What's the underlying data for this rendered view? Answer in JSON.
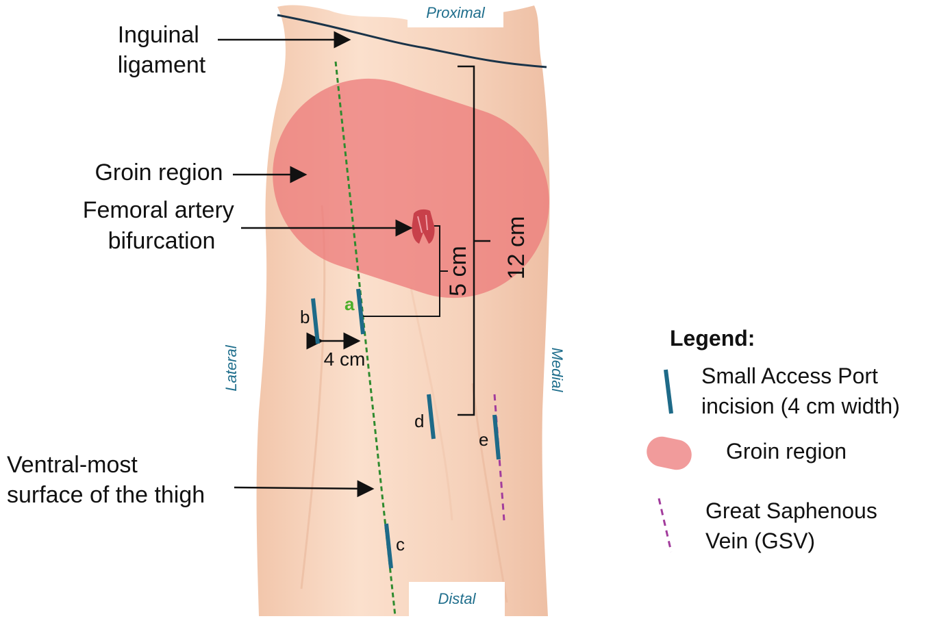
{
  "labels": {
    "inguinal_ligament": [
      "Inguinal",
      "ligament"
    ],
    "groin_region": "Groin region",
    "femoral_bifurcation": [
      "Femoral artery",
      "bifurcation"
    ],
    "ventral_surface": [
      "Ventral-most",
      "surface of the thigh"
    ]
  },
  "directions": {
    "proximal": "Proximal",
    "distal": "Distal",
    "lateral": "Lateral",
    "medial": "Medial"
  },
  "measurements": {
    "five_cm": "5 cm",
    "twelve_cm": "12 cm",
    "four_cm": "4 cm"
  },
  "incisions": {
    "a": "a",
    "b": "b",
    "c": "c",
    "d": "d",
    "e": "e"
  },
  "legend": {
    "title": "Legend:",
    "port_incision": [
      "Small Access Port",
      "incision (4 cm width)"
    ],
    "groin_region": "Groin region",
    "gsv": [
      "Great Saphenous",
      "Vein (GSV)"
    ]
  },
  "colors": {
    "skin": "#f7d2bb",
    "groin": "#ec7a7a",
    "incision": "#1e6a88",
    "ventral_line": "#2e8b2e",
    "gsv": "#a23c9c",
    "label_a": "#4caf2a",
    "direction_text": "#1f6e8c"
  }
}
